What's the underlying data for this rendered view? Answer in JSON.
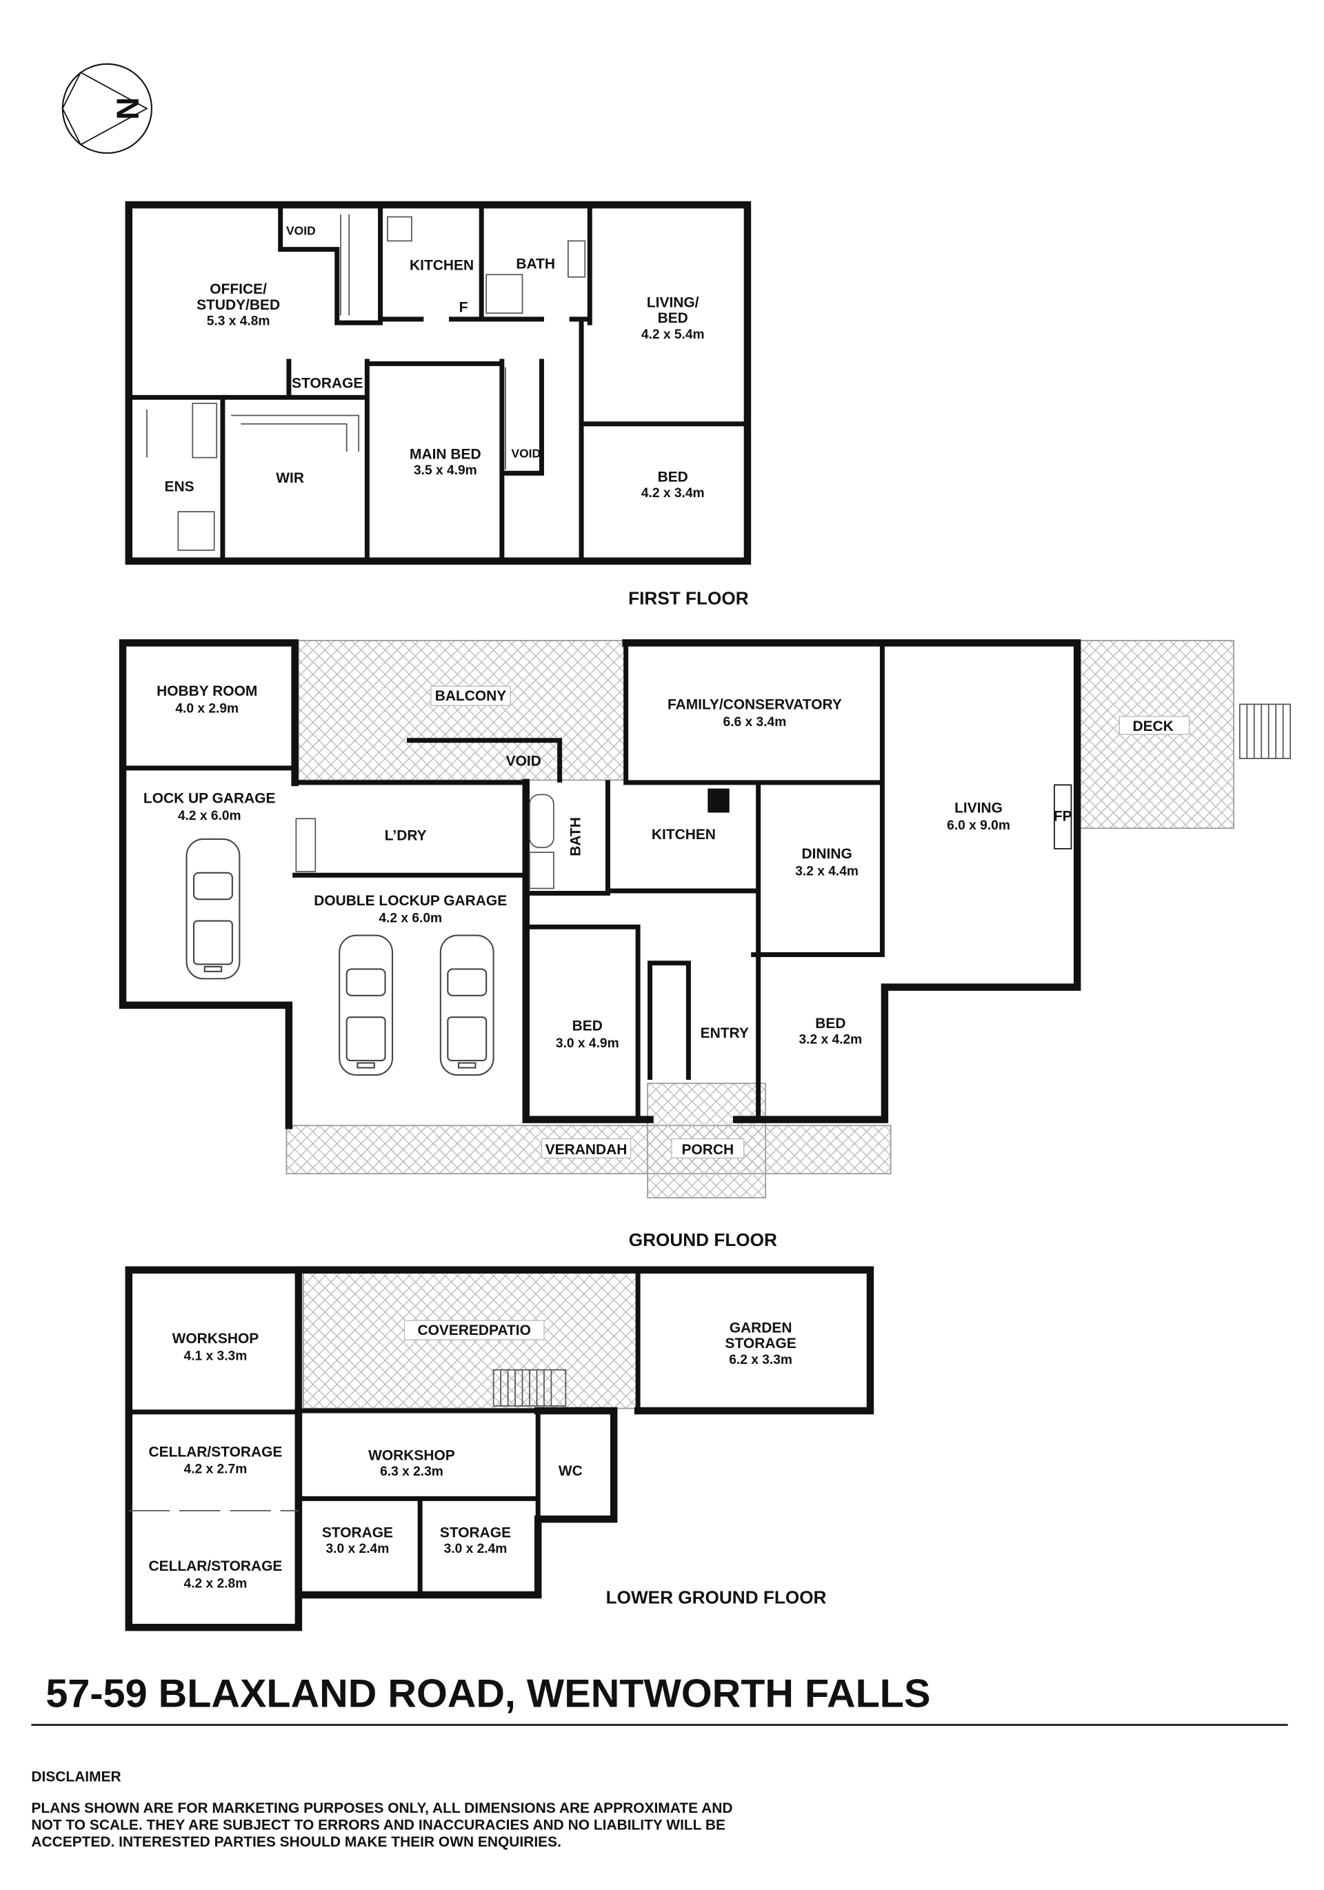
{
  "compass": {
    "label": "N"
  },
  "first_floor": {
    "title": "FIRST FLOOR",
    "rooms": [
      {
        "name": [
          "VOID"
        ]
      },
      {
        "name": [
          "KITCHEN"
        ]
      },
      {
        "name": [
          "BATH"
        ]
      },
      {
        "name": [
          "OFFICE/",
          "STUDY/BED"
        ],
        "dims": "5.3 x 4.8m"
      },
      {
        "name": [
          "LIVING/",
          "BED"
        ],
        "dims": "4.2 x 5.4m"
      },
      {
        "name": [
          "STORAGE"
        ]
      },
      {
        "name": [
          "ENS"
        ]
      },
      {
        "name": [
          "WIR"
        ]
      },
      {
        "name": [
          "MAIN BED"
        ],
        "dims": "3.5 x 4.9m"
      },
      {
        "name": [
          "VOID"
        ]
      },
      {
        "name": [
          "BED"
        ],
        "dims": "4.2 x 3.4m"
      },
      {
        "name": [
          "F"
        ]
      }
    ]
  },
  "ground_floor": {
    "title": "GROUND FLOOR",
    "rooms": [
      {
        "name": [
          "HOBBY ROOM"
        ],
        "dims": "4.0 x 2.9m"
      },
      {
        "name": [
          "BALCONY"
        ]
      },
      {
        "name": [
          "FAMILY/CONSERVATORY"
        ],
        "dims": "6.6 x 3.4m"
      },
      {
        "name": [
          "DECK"
        ]
      },
      {
        "name": [
          "VOID"
        ]
      },
      {
        "name": [
          "LOCK UP GARAGE"
        ],
        "dims": "4.2 x 6.0m"
      },
      {
        "name": [
          "L’DRY"
        ]
      },
      {
        "name": [
          "KITCHEN"
        ]
      },
      {
        "name": [
          "BATH"
        ]
      },
      {
        "name": [
          "LIVING"
        ],
        "dims": "6.0 x 9.0m"
      },
      {
        "name": [
          "FP"
        ]
      },
      {
        "name": [
          "DINING"
        ],
        "dims": "3.2 x 4.4m"
      },
      {
        "name": [
          "DOUBLE LOCKUP GARAGE"
        ],
        "dims": "4.2 x 6.0m"
      },
      {
        "name": [
          "BED"
        ],
        "dims": "3.0 x 4.9m"
      },
      {
        "name": [
          "ENTRY"
        ]
      },
      {
        "name": [
          "BED"
        ],
        "dims": "3.2 x 4.2m"
      },
      {
        "name": [
          "VERANDAH"
        ]
      },
      {
        "name": [
          "PORCH"
        ]
      }
    ]
  },
  "lower_ground_floor": {
    "title": "LOWER GROUND FLOOR",
    "rooms": [
      {
        "name": [
          "COVEREDPATIO"
        ]
      },
      {
        "name": [
          "GARDEN",
          "STORAGE"
        ],
        "dims": "6.2 x 3.3m"
      },
      {
        "name": [
          "WORKSHOP"
        ],
        "dims": "4.1 x 3.3m"
      },
      {
        "name": [
          "CELLAR/STORAGE"
        ],
        "dims": "4.2 x 2.7m"
      },
      {
        "name": [
          "WORKSHOP"
        ],
        "dims": "6.3 x 2.3m"
      },
      {
        "name": [
          "WC"
        ]
      },
      {
        "name": [
          "STORAGE"
        ],
        "dims": "3.0 x 2.4m"
      },
      {
        "name": [
          "STORAGE"
        ],
        "dims": "3.0 x 2.4m"
      },
      {
        "name": [
          "CELLAR/STORAGE"
        ],
        "dims": "4.2 x 2.8m"
      }
    ]
  },
  "address": "57-59 BLAXLAND ROAD, WENTWORTH FALLS",
  "disclaimer": {
    "heading": "DISCLAIMER",
    "lines": [
      "PLANS SHOWN ARE FOR MARKETING PURPOSES ONLY, ALL DIMENSIONS ARE APPROXIMATE AND",
      "NOT TO SCALE. THEY ARE SUBJECT TO ERRORS AND INACCURACIES AND NO LIABILITY WILL BE",
      "ACCEPTED. INTERESTED PARTIES SHOULD MAKE THEIR OWN ENQUIRIES."
    ]
  }
}
